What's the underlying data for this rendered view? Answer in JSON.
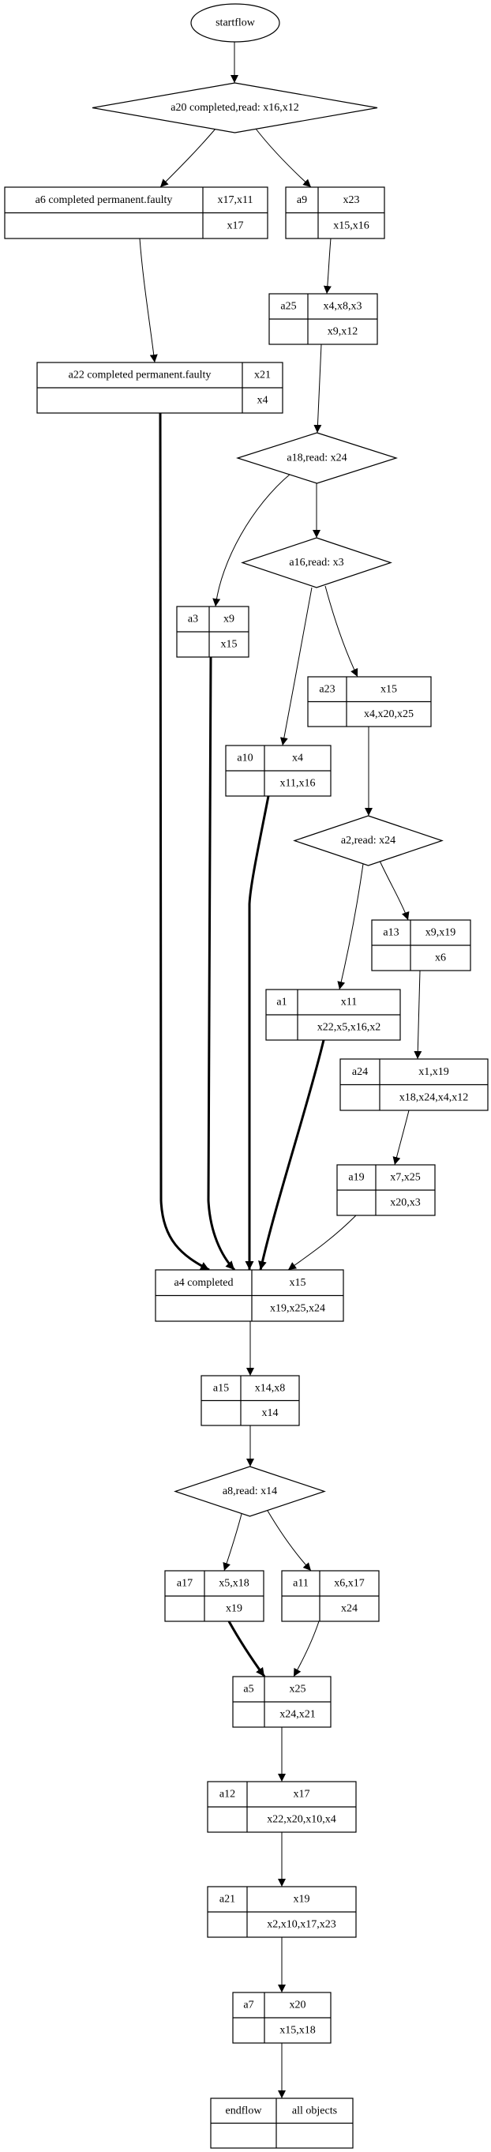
{
  "title": "workflow diagram",
  "nodes": [
    {
      "id": "startflow",
      "shape": "ellipse",
      "label": "startflow"
    },
    {
      "id": "a20",
      "shape": "diamond",
      "label": "a20 completed,read: x16,x12"
    },
    {
      "id": "a6",
      "shape": "record",
      "name": "a6 completed permanent.faulty",
      "top": "x17,x11",
      "bottom": "x17"
    },
    {
      "id": "a9",
      "shape": "record",
      "name": "a9",
      "top": "x23",
      "bottom": "x15,x16"
    },
    {
      "id": "a25",
      "shape": "record",
      "name": "a25",
      "top": "x4,x8,x3",
      "bottom": "x9,x12"
    },
    {
      "id": "a22",
      "shape": "record",
      "name": "a22 completed permanent.faulty",
      "top": "x21",
      "bottom": "x4"
    },
    {
      "id": "a18",
      "shape": "diamond",
      "label": "a18,read: x24"
    },
    {
      "id": "a16",
      "shape": "diamond",
      "label": "a16,read: x3"
    },
    {
      "id": "a3",
      "shape": "record",
      "name": "a3",
      "top": "x9",
      "bottom": "x15"
    },
    {
      "id": "a23",
      "shape": "record",
      "name": "a23",
      "top": "x15",
      "bottom": "x4,x20,x25"
    },
    {
      "id": "a10",
      "shape": "record",
      "name": "a10",
      "top": "x4",
      "bottom": "x11,x16"
    },
    {
      "id": "a2",
      "shape": "diamond",
      "label": "a2,read: x24"
    },
    {
      "id": "a13",
      "shape": "record",
      "name": "a13",
      "top": "x9,x19",
      "bottom": "x6"
    },
    {
      "id": "a1",
      "shape": "record",
      "name": "a1",
      "top": "x11",
      "bottom": "x22,x5,x16,x2"
    },
    {
      "id": "a24",
      "shape": "record",
      "name": "a24",
      "top": "x1,x19",
      "bottom": "x18,x24,x4,x12"
    },
    {
      "id": "a19",
      "shape": "record",
      "name": "a19",
      "top": "x7,x25",
      "bottom": "x20,x3"
    },
    {
      "id": "a4",
      "shape": "record",
      "name": "a4 completed",
      "top": "x15",
      "bottom": "x19,x25,x24"
    },
    {
      "id": "a15",
      "shape": "record",
      "name": "a15",
      "top": "x14,x8",
      "bottom": "x14"
    },
    {
      "id": "a8",
      "shape": "diamond",
      "label": "a8,read: x14"
    },
    {
      "id": "a17",
      "shape": "record",
      "name": "a17",
      "top": "x5,x18",
      "bottom": "x19"
    },
    {
      "id": "a11",
      "shape": "record",
      "name": "a11",
      "top": "x6,x17",
      "bottom": "x24"
    },
    {
      "id": "a5",
      "shape": "record",
      "name": "a5",
      "top": "x25",
      "bottom": "x24,x21"
    },
    {
      "id": "a12",
      "shape": "record",
      "name": "a12",
      "top": "x17",
      "bottom": "x22,x20,x10,x4"
    },
    {
      "id": "a21",
      "shape": "record",
      "name": "a21",
      "top": "x19",
      "bottom": "x2,x10,x17,x23"
    },
    {
      "id": "a7",
      "shape": "record",
      "name": "a7",
      "top": "x20",
      "bottom": "x15,x18"
    },
    {
      "id": "endflow",
      "shape": "record",
      "name": "endflow",
      "top": "all objects",
      "bottom": ""
    }
  ],
  "edges": [
    {
      "from": "startflow",
      "to": "a20",
      "bold": false
    },
    {
      "from": "a20",
      "to": "a6",
      "bold": false
    },
    {
      "from": "a20",
      "to": "a9",
      "bold": false
    },
    {
      "from": "a9",
      "to": "a25",
      "bold": false
    },
    {
      "from": "a6",
      "to": "a22",
      "bold": false
    },
    {
      "from": "a25",
      "to": "a18",
      "bold": false
    },
    {
      "from": "a18",
      "to": "a3",
      "bold": false
    },
    {
      "from": "a18",
      "to": "a16",
      "bold": false
    },
    {
      "from": "a16",
      "to": "a10",
      "bold": false
    },
    {
      "from": "a16",
      "to": "a23",
      "bold": false
    },
    {
      "from": "a23",
      "to": "a2",
      "bold": false
    },
    {
      "from": "a2",
      "to": "a1",
      "bold": false
    },
    {
      "from": "a2",
      "to": "a13",
      "bold": false
    },
    {
      "from": "a13",
      "to": "a24",
      "bold": false
    },
    {
      "from": "a24",
      "to": "a19",
      "bold": false
    },
    {
      "from": "a22",
      "to": "a4",
      "bold": true
    },
    {
      "from": "a3",
      "to": "a4",
      "bold": true
    },
    {
      "from": "a10",
      "to": "a4",
      "bold": true
    },
    {
      "from": "a1",
      "to": "a4",
      "bold": true
    },
    {
      "from": "a19",
      "to": "a4",
      "bold": false
    },
    {
      "from": "a4",
      "to": "a15",
      "bold": false
    },
    {
      "from": "a15",
      "to": "a8",
      "bold": false
    },
    {
      "from": "a8",
      "to": "a17",
      "bold": false
    },
    {
      "from": "a8",
      "to": "a11",
      "bold": false
    },
    {
      "from": "a17",
      "to": "a5",
      "bold": true
    },
    {
      "from": "a11",
      "to": "a5",
      "bold": false
    },
    {
      "from": "a5",
      "to": "a12",
      "bold": false
    },
    {
      "from": "a12",
      "to": "a21",
      "bold": false
    },
    {
      "from": "a21",
      "to": "a7",
      "bold": false
    },
    {
      "from": "a7",
      "to": "endflow",
      "bold": false
    }
  ]
}
